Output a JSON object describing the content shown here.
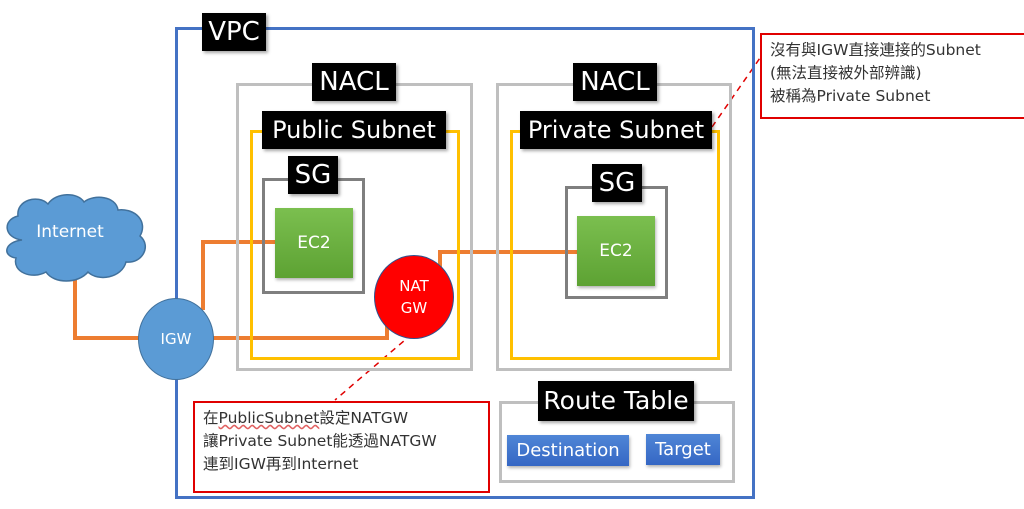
{
  "diagram": {
    "vpc": {
      "label": "VPC"
    },
    "internet": {
      "label": "Internet",
      "icon": "cloud-icon",
      "color": "#5b9bd5"
    },
    "igw": {
      "label": "IGW",
      "color": "#5b9bd5"
    },
    "public_side": {
      "nacl_label": "NACL",
      "subnet_label": "Public Subnet",
      "sg_label": "SG",
      "ec2_label": "EC2",
      "natgw": {
        "line1": "NAT",
        "line2": "GW",
        "color": "#ff0000"
      }
    },
    "private_side": {
      "nacl_label": "NACL",
      "subnet_label": "Private Subnet",
      "sg_label": "SG",
      "ec2_label": "EC2"
    },
    "route_table": {
      "label": "Route Table",
      "columns": [
        "Destination",
        "Target"
      ]
    },
    "notes": {
      "private_subnet": {
        "lines": [
          "沒有與IGW直接連接的Subnet",
          "(無法直接被外部辨識)",
          "被稱為Private Subnet"
        ]
      },
      "nat_gateway": {
        "line1_prefix": "在",
        "line1_underlined": "PublicSubnet",
        "line1_suffix": "設定NATGW",
        "line2": "讓Private Subnet能透過NATGW",
        "line3": "連到IGW再到Internet"
      }
    },
    "colors": {
      "vpc_border": "#4472c4",
      "nacl_border": "#bfbfbf",
      "subnet_border": "#ffc000",
      "sg_border": "#7f7f7f",
      "connection_line": "#ed7d31",
      "ec2_fill": "#70ad47",
      "note_border": "#e00000"
    }
  }
}
